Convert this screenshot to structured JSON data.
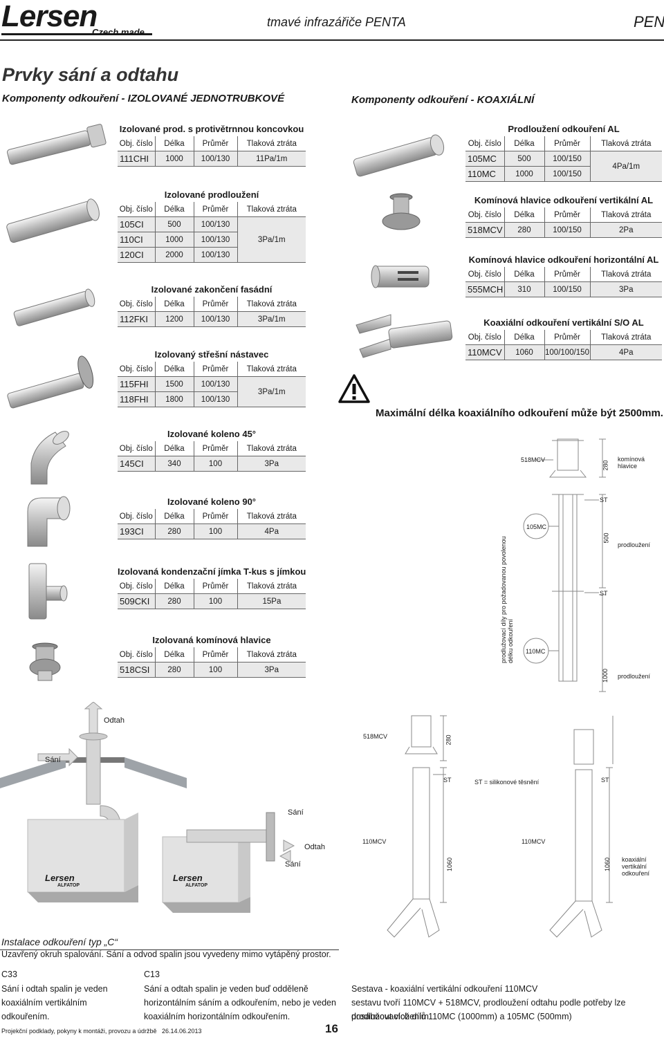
{
  "header": {
    "logo": "Lersen",
    "logo_sub": "Czech made",
    "product_title": "tmavé infrazářiče PENTA",
    "product_code": "PEN"
  },
  "page": {
    "title": "Prvky sání a odtahu",
    "left_section": "Komponenty odkouření - IZOLOVANÉ JEDNOTRUBKOVÉ",
    "right_section": "Komponenty odkouření - KOAXIÁLNÍ"
  },
  "columns": {
    "obj": "Obj. číslo",
    "len": "Délka",
    "dia": "Průměr",
    "loss": "Tlaková ztráta"
  },
  "left_tables": [
    {
      "title": "Izolované prod. s protivětrnnou koncovkou",
      "rows": [
        {
          "code": "111CHI",
          "len": "1000",
          "dia": "100/130",
          "loss": "11Pa/1m"
        }
      ]
    },
    {
      "title": "Izolované prodloužení",
      "rows": [
        {
          "code": "105CI",
          "len": "500",
          "dia": "100/130"
        },
        {
          "code": "110CI",
          "len": "1000",
          "dia": "100/130"
        },
        {
          "code": "120CI",
          "len": "2000",
          "dia": "100/130"
        }
      ],
      "loss": "3Pa/1m"
    },
    {
      "title": "Izolované zakončení fasádní",
      "rows": [
        {
          "code": "112FKI",
          "len": "1200",
          "dia": "100/130",
          "loss": "3Pa/1m"
        }
      ]
    },
    {
      "title": "Izolovaný střešní nástavec",
      "rows": [
        {
          "code": "115FHI",
          "len": "1500",
          "dia": "100/130"
        },
        {
          "code": "118FHI",
          "len": "1800",
          "dia": "100/130"
        }
      ],
      "loss": "3Pa/1m"
    },
    {
      "title": "Izolované koleno 45°",
      "rows": [
        {
          "code": "145CI",
          "len": "340",
          "dia": "100",
          "loss": "3Pa"
        }
      ]
    },
    {
      "title": "Izolované koleno 90°",
      "rows": [
        {
          "code": "193CI",
          "len": "280",
          "dia": "100",
          "loss": "4Pa"
        }
      ]
    },
    {
      "title": "Izolovaná kondenzační jímka T-kus s jímkou",
      "rows": [
        {
          "code": "509CKI",
          "len": "280",
          "dia": "100",
          "loss": "15Pa"
        }
      ]
    },
    {
      "title": "Izolovaná komínová hlavice",
      "rows": [
        {
          "code": "518CSI",
          "len": "280",
          "dia": "100",
          "loss": "3Pa"
        }
      ]
    }
  ],
  "right_tables": [
    {
      "title": "Prodloužení odkouření AL",
      "rows": [
        {
          "code": "105MC",
          "len": "500",
          "dia": "100/150"
        },
        {
          "code": "110MC",
          "len": "1000",
          "dia": "100/150"
        }
      ],
      "loss": "4Pa/1m"
    },
    {
      "title": "Komínová hlavice odkouření vertikální AL",
      "rows": [
        {
          "code": "518MCV",
          "len": "280",
          "dia": "100/150",
          "loss": "2Pa"
        }
      ]
    },
    {
      "title": "Komínová hlavice odkouření horizontální AL",
      "rows": [
        {
          "code": "555MCH",
          "len": "310",
          "dia": "100/150",
          "loss": "3Pa"
        }
      ]
    },
    {
      "title": "Koaxiální odkouření vertikální S/O AL",
      "rows": [
        {
          "code": "110MCV",
          "len": "1060",
          "dia": "100/100/150",
          "loss": "4Pa"
        }
      ]
    }
  ],
  "warning": "Maximální délka koaxiálního odkouření může být 2500mm.",
  "diagram_top": {
    "head": "518MCV",
    "head_len": "280",
    "head_label": "komínová hlavice",
    "st": "ST",
    "ext1": "105MC",
    "ext1_len": "500",
    "ext_label": "prodloužení",
    "ext2": "110MC",
    "ext2_len": "1000",
    "vertical_note": "prodlužovací díly pro požadovanou povolenou délku odkouření"
  },
  "diagram_bottom": {
    "head": "518MCV",
    "head_len": "280",
    "st": "ST",
    "st_legend": "ST = silikonové těsnění",
    "pipe": "110MCV",
    "pipe_len": "1060",
    "pipe_label": "koaxiální vertikální odkouření"
  },
  "install": {
    "odtah": "Odtah",
    "sani": "Sání",
    "unit_logo": "Lersen",
    "unit_sub": "ALFATOP"
  },
  "footer": {
    "install_type": "Instalace odkouření typ „C“",
    "closed_circuit": "Uzavřený okruh spalování. Sání a odvod spalin jsou vyvedeny mimo vytápěný prostor.",
    "c33_title": "C33",
    "c33_text": [
      "Sání i odtah spalin je veden",
      "koaxiálním vertikálním",
      "odkouřením."
    ],
    "c13_title": "C13",
    "c13_text": [
      "Sání a odtah spalin je veden buď odděleně",
      "horizontálním sáním a odkouřením, nebo je veden",
      "koaxiálním horizontálním odkouřením."
    ],
    "set_title": "Sestava - koaxiální vertikální odkouření 110MCV",
    "set_text": [
      "sestavu tvoří 110MCV + 518MCV, prodloužení odtahu podle potřeby lze dosáhnout vložením",
      "prodlužovacích dílů 110MC (1000mm) a 105MC (500mm)"
    ],
    "doc_info": "Projekční podklady, pokyny k montáži, provozu a údržbě   26.14.06.2013",
    "page_number": "16"
  }
}
